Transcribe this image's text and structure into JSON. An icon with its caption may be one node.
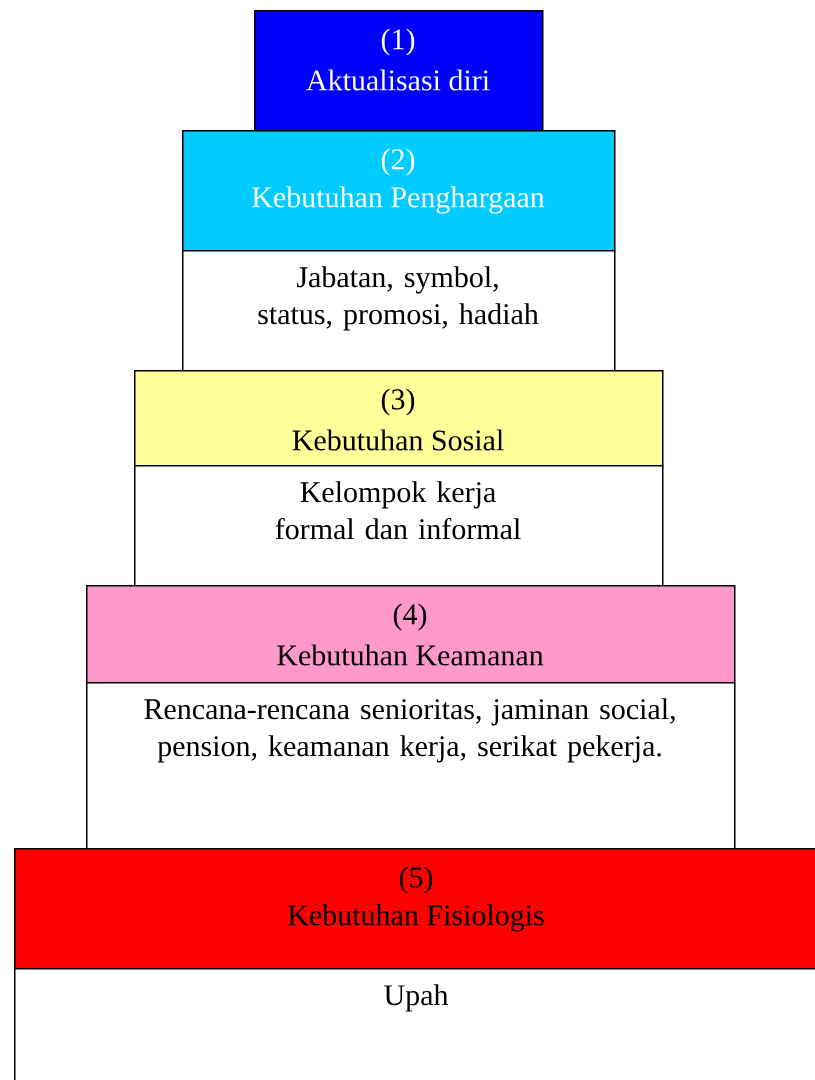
{
  "diagram": {
    "nodes": [
      {
        "text": [
          "(1)",
          "Aktualisasi diri"
        ]
      },
      {
        "text": [
          "(2)",
          "Kebutuhan Penghargaan"
        ]
      },
      {
        "text": [
          "Jabatan, symbol, status, promosi, hadiah"
        ]
      },
      {
        "text": [
          "(3)",
          "Kebutuhan Sosial"
        ]
      },
      {
        "text": [
          "Kelompok kerja formal dan informal"
        ]
      },
      {
        "text": [
          "(4)",
          "Kebutuhan Keamanan"
        ]
      },
      {
        "text": [
          "Rencana-rencana senioritas, jaminan social, pension, keamanan kerja, serikat pekerja."
        ]
      },
      {
        "text": [
          "(5)",
          "Kebutuhan Fisiologis"
        ]
      },
      {
        "text": [
          "Upah"
        ]
      }
    ]
  }
}
